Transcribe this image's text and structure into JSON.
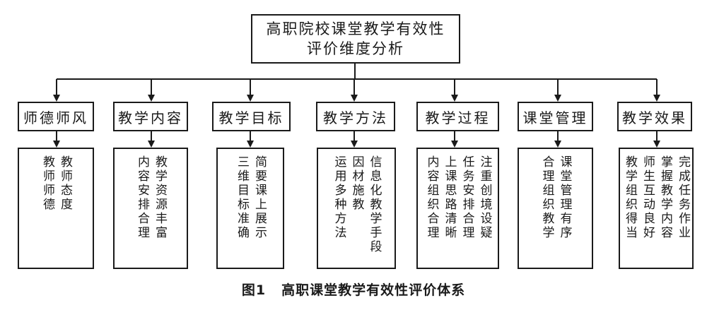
{
  "root": {
    "line1": "高职院校课堂教学有效性",
    "line2": "评价维度分析"
  },
  "categories": [
    {
      "label": "师德师风",
      "columns": [
        "教师态度",
        "教师师德"
      ]
    },
    {
      "label": "教学内容",
      "columns": [
        "教学资源丰富",
        "内容安排合理"
      ]
    },
    {
      "label": "教学目标",
      "columns": [
        "简要课上展示",
        "三维目标准确"
      ]
    },
    {
      "label": "教学方法",
      "columns": [
        "信息化教学手段",
        "因材施教",
        "运用多种方法"
      ]
    },
    {
      "label": "教学过程",
      "columns": [
        "注重创境设疑",
        "任务安排合理",
        "上课思路清晰",
        "内容组织合理"
      ]
    },
    {
      "label": "课堂管理",
      "columns": [
        "课堂管理有序",
        "合理组织教学"
      ]
    },
    {
      "label": "教学效果",
      "columns": [
        "完成任务作业",
        "掌握教学内容",
        "师生互动良好",
        "教学组织得当"
      ]
    }
  ],
  "caption": {
    "number": "图1",
    "text": "高职课堂教学有效性评价体系"
  }
}
